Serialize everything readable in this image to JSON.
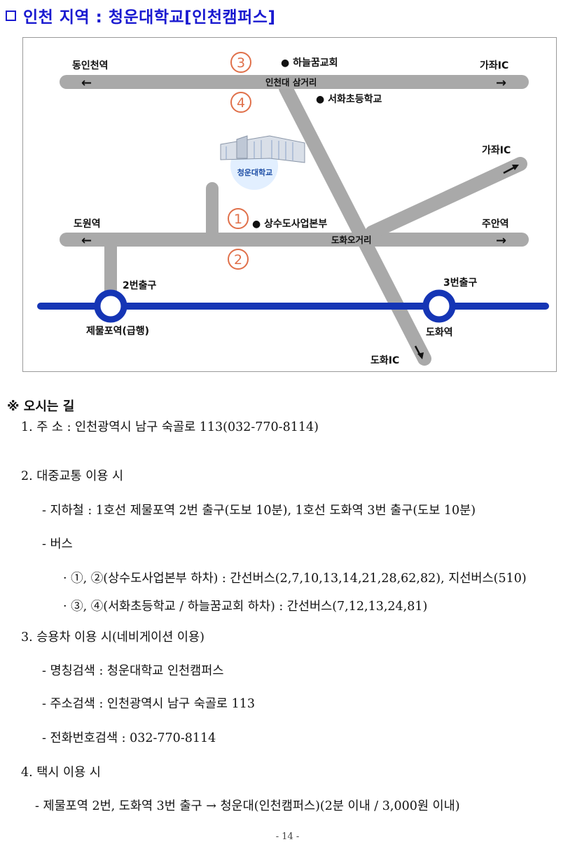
{
  "title": "인천 지역 : 청운대학교[인천캠퍼스]",
  "map": {
    "labels": {
      "dongin": "동인천역",
      "gajwa_top": "가좌IC",
      "gajwa_mid": "가좌IC",
      "samgeori": "인천대 삼거리",
      "haneul": "● 하늘꿈교회",
      "seohwa": "● 서화초등학교",
      "campus": "청운대학교",
      "dowon": "도원역",
      "juan": "주안역",
      "sangsudo": "● 상수도사업본부",
      "ogeori": "도화오거리",
      "exit2": "2번출구",
      "exit3": "3번출구",
      "jemulpo": "제물포역(급행)",
      "dohwa_st": "도화역",
      "dohwa_ic": "도화IC",
      "arrow_left_top": "←",
      "arrow_right_top": "→",
      "arrow_left_mid": "←",
      "arrow_right_mid": "→"
    },
    "markers": {
      "m1": "1",
      "m2": "2",
      "m3": "3",
      "m4": "4"
    },
    "colors": {
      "road": "#a9a9a9",
      "subway": "#1535b5",
      "marker": "#e0704a",
      "campus_bg": "#e2efff"
    }
  },
  "section_title": "※ 오시는 길",
  "lines": [
    "1. 주 소 : 인천광역시 남구 숙골로 113(032-770-8114)",
    "2. 대중교통 이용 시",
    "- 지하철 : 1호선 제물포역 2번 출구(도보 10분), 1호선 도화역 3번 출구(도보 10분)",
    "- 버스",
    "· ①, ②(상수도사업본부 하차) : 간선버스(2,7,10,13,14,21,28,62,82), 지선버스(510)",
    "· ③, ④(서화초등학교 / 하늘꿈교회 하차) : 간선버스(7,12,13,24,81)",
    "3. 승용차 이용 시(네비게이션 이용)",
    "- 명칭검색 : 청운대학교 인천캠퍼스",
    "- 주소검색 : 인천광역시 남구 숙골로 113",
    "- 전화번호검색 : 032-770-8114",
    "4. 택시 이용 시",
    "- 제물포역 2번, 도화역 3번 출구 → 청운대(인천캠퍼스)(2분 이내 / 3,000원 이내)"
  ],
  "footer": "- 14 -"
}
